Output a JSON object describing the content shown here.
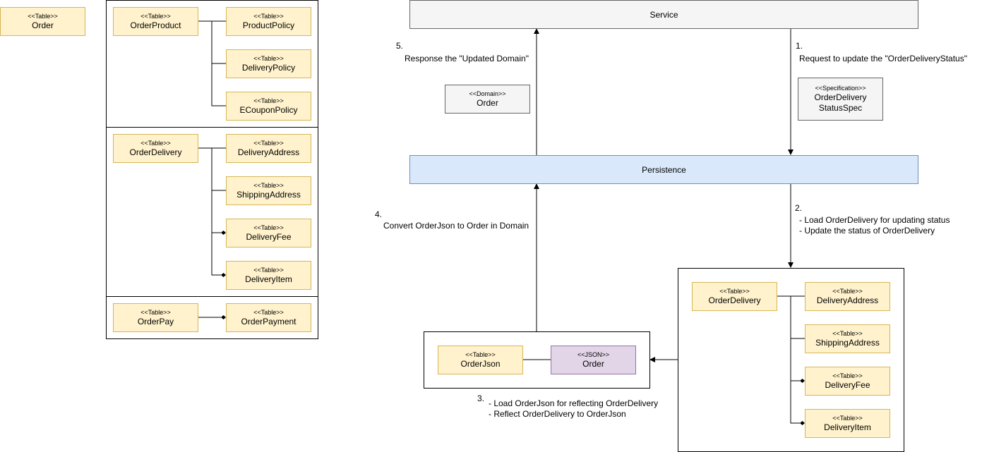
{
  "diagram": {
    "standalone": {
      "stereotype": "<<Table>>",
      "name": "Order"
    },
    "left_groups": {
      "products": {
        "root": {
          "stereotype": "<<Table>>",
          "name": "OrderProduct"
        },
        "children": [
          {
            "stereotype": "<<Table>>",
            "name": "ProductPolicy"
          },
          {
            "stereotype": "<<Table>>",
            "name": "DeliveryPolicy"
          },
          {
            "stereotype": "<<Table>>",
            "name": "ECouponPolicy"
          }
        ]
      },
      "delivery": {
        "root": {
          "stereotype": "<<Table>>",
          "name": "OrderDelivery"
        },
        "children": [
          {
            "stereotype": "<<Table>>",
            "name": "DeliveryAddress"
          },
          {
            "stereotype": "<<Table>>",
            "name": "ShippingAddress"
          },
          {
            "stereotype": "<<Table>>",
            "name": "DeliveryFee"
          },
          {
            "stereotype": "<<Table>>",
            "name": "DeliveryItem"
          }
        ]
      },
      "pay": {
        "root": {
          "stereotype": "<<Table>>",
          "name": "OrderPay"
        },
        "children": [
          {
            "stereotype": "<<Table>>",
            "name": "OrderPayment"
          }
        ]
      }
    },
    "service": {
      "label": "Service"
    },
    "persistence": {
      "label": "Persistence"
    },
    "domain_order": {
      "stereotype": "<<Domain>>",
      "name": "Order"
    },
    "spec": {
      "stereotype": "<<Specification>>",
      "name_line1": "OrderDelivery",
      "name_line2": "StatusSpec"
    },
    "right_delivery": {
      "root": {
        "stereotype": "<<Table>>",
        "name": "OrderDelivery"
      },
      "children": [
        {
          "stereotype": "<<Table>>",
          "name": "DeliveryAddress"
        },
        {
          "stereotype": "<<Table>>",
          "name": "ShippingAddress"
        },
        {
          "stereotype": "<<Table>>",
          "name": "DeliveryFee"
        },
        {
          "stereotype": "<<Table>>",
          "name": "DeliveryItem"
        }
      ]
    },
    "json_group": {
      "table": {
        "stereotype": "<<Table>>",
        "name": "OrderJson"
      },
      "json": {
        "stereotype": "<<JSON>>",
        "name": "Order"
      }
    },
    "steps": {
      "s1": {
        "num": "1.",
        "text": "Request to update the \"OrderDeliveryStatus\""
      },
      "s2": {
        "num": "2.",
        "line1": "- Load OrderDelivery for updating status",
        "line2": "- Update the status of OrderDelivery"
      },
      "s3": {
        "num": "3.",
        "line1": "- Load OrderJson for reflecting OrderDelivery",
        "line2": "- Reflect OrderDelivery to OrderJson"
      },
      "s4": {
        "num": "4.",
        "text": "Convert OrderJson to Order in Domain"
      },
      "s5": {
        "num": "5.",
        "text": "Response the \"Updated Domain\""
      }
    }
  }
}
